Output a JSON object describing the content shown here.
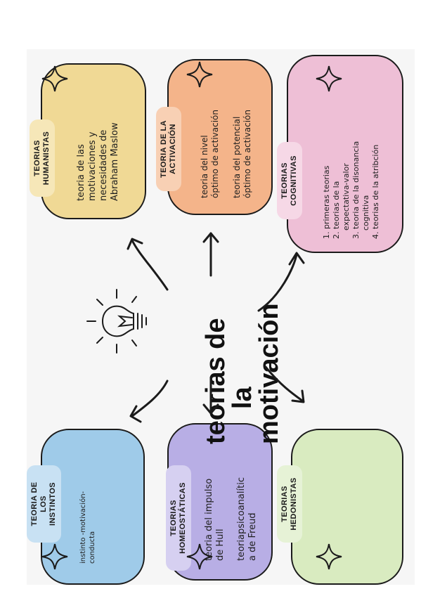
{
  "title_lines": [
    "teorias de",
    "la",
    "motivación"
  ],
  "categories": {
    "humanistas": {
      "badge": [
        "TEORIAS",
        "HUMANISTAS"
      ],
      "items": [
        "teoria de las",
        "motivaciones y",
        "necesidades de",
        "Abraham Maslow"
      ],
      "color": "#f0d995",
      "badge_color": "#f6e7b8"
    },
    "activacion": {
      "badge": [
        "TEORIA DE LA",
        "ACTIVACIÓN"
      ],
      "items": [
        "teoria del nivel",
        "óptimo de activación",
        "teoria del potencial",
        "óptimo de activación"
      ],
      "color": "#f4b48a",
      "badge_color": "#f8d0b4"
    },
    "cognitivas": {
      "badge": [
        "TEORIAS",
        "COGNITIVAS"
      ],
      "items": [
        "1. primeras teorias",
        "2. teorias de la",
        "expectativa-valor",
        "3. teoria de la disonancia",
        "cognitiva",
        "4. teorias de la atribción"
      ],
      "color": "#eebfd6",
      "badge_color": "#f6d8e6"
    },
    "instintos": {
      "badge": [
        "TEORIA DE",
        "LOS",
        "INSTINTOS"
      ],
      "items": [
        "instinto -motivación-",
        "conducta"
      ],
      "color": "#9fcbe9",
      "badge_color": "#c8e1f3"
    },
    "homeostaticas": {
      "badge": [
        "TEORIAS",
        "HOMEOSTÁTICAS"
      ],
      "items": [
        "teoria del impulso",
        "de Hull",
        "teoriapsicoanalític",
        "a de Freud"
      ],
      "color": "#b8aee5",
      "badge_color": "#d6d0f1"
    },
    "hedonistas": {
      "badge": [
        "TEORIAS",
        "HEDONISTAS"
      ],
      "items": [],
      "color": "#d9ebc0",
      "badge_color": "#e6f2d6"
    }
  },
  "icons": {
    "center": "lightbulb-icon",
    "decor": "sparkle-icon"
  }
}
